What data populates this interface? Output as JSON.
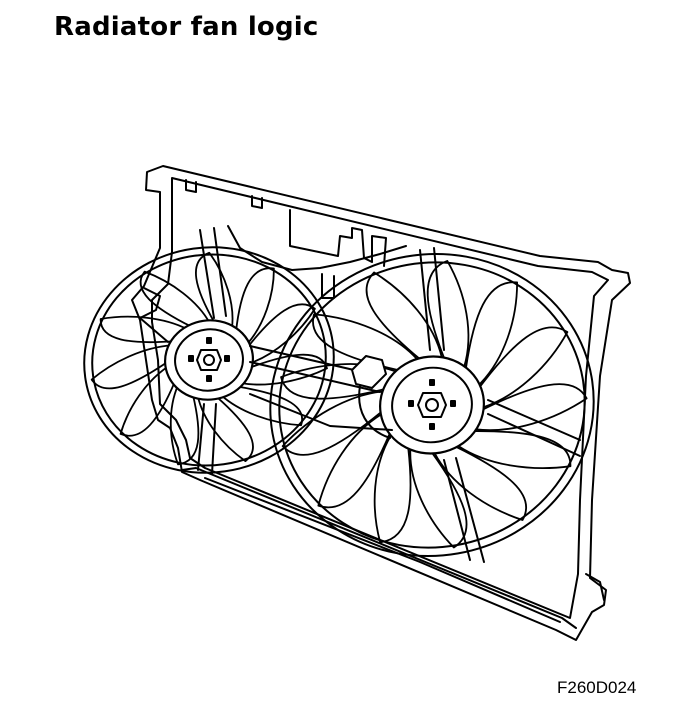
{
  "title": "Radiator fan logic",
  "figure_code": "F260D024",
  "colors": {
    "line": "#000000",
    "background": "#ffffff"
  },
  "components": {
    "shroud": "radiator-fan-shroud",
    "fans": [
      "left-fan",
      "right-fan"
    ],
    "left_fan_blades": 11,
    "right_fan_blades": 13
  }
}
